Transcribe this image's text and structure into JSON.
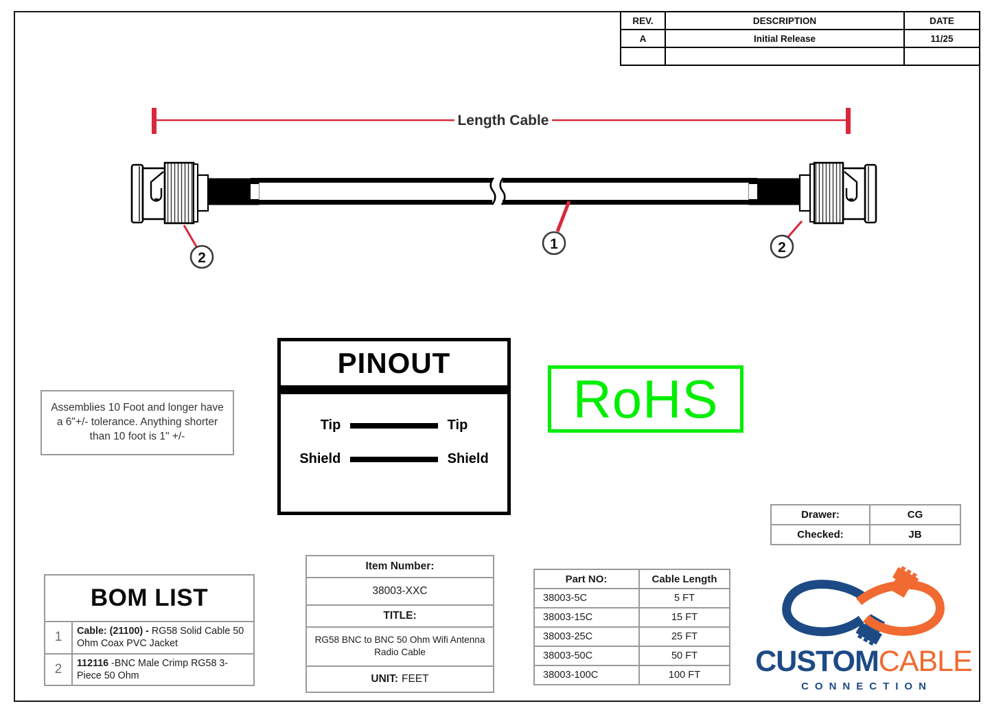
{
  "rev_table": {
    "headers": [
      "REV.",
      "DESCRIPTION",
      "DATE"
    ],
    "rows": [
      [
        "A",
        "Initial Release",
        "11/25"
      ],
      [
        "",
        "",
        ""
      ]
    ]
  },
  "drawing": {
    "dimension_label": "Length Cable",
    "callout_cable": "1",
    "callout_connector": "2"
  },
  "pinout": {
    "title": "PINOUT",
    "rows": [
      {
        "left": "Tip",
        "right": "Tip"
      },
      {
        "left": "Shield",
        "right": "Shield"
      }
    ]
  },
  "tolerance_note": {
    "text": "Assemblies 10 Foot and longer have a 6\"+/- tolerance. Anything shorter than 10 foot is 1\" +/-"
  },
  "rohs": {
    "label": "RoHS"
  },
  "approval": {
    "rows": [
      {
        "label": "Drawer:",
        "value": "CG"
      },
      {
        "label": "Checked:",
        "value": "JB"
      }
    ]
  },
  "bom": {
    "title": "BOM LIST",
    "items": [
      {
        "num": "1",
        "bold": "Cable: (21100) - ",
        "rest": "RG58 Solid Cable 50 Ohm Coax PVC Jacket"
      },
      {
        "num": "2",
        "bold": "112116",
        "rest": " -BNC Male Crimp RG58 3-Piece 50 Ohm"
      }
    ]
  },
  "item_info": {
    "item_number_label": "Item Number:",
    "item_number": "38003-XXC",
    "title_label": "TITLE:",
    "title": "RG58 BNC to BNC 50 Ohm Wifi Antenna Radio Cable",
    "unit_label": "UNIT:",
    "unit": "FEET"
  },
  "part_table": {
    "headers": [
      "Part NO:",
      "Cable Length"
    ],
    "rows": [
      [
        "38003-5C",
        "5 FT"
      ],
      [
        "38003-15C",
        "15 FT"
      ],
      [
        "38003-25C",
        "25 FT"
      ],
      [
        "38003-50C",
        "50 FT"
      ],
      [
        "38003-100C",
        "100 FT"
      ]
    ]
  },
  "logo": {
    "custom": "CUSTOM",
    "cable": "CABLE",
    "connection": "CONNECTION"
  },
  "colors": {
    "rohs_green": "#00ee00",
    "dimension_red": "#d8283c",
    "logo_blue": "#1d4a85",
    "logo_orange": "#f06a31",
    "sheet_border": "#1a1a1a",
    "table_border_gray": "#9a9a9a"
  }
}
